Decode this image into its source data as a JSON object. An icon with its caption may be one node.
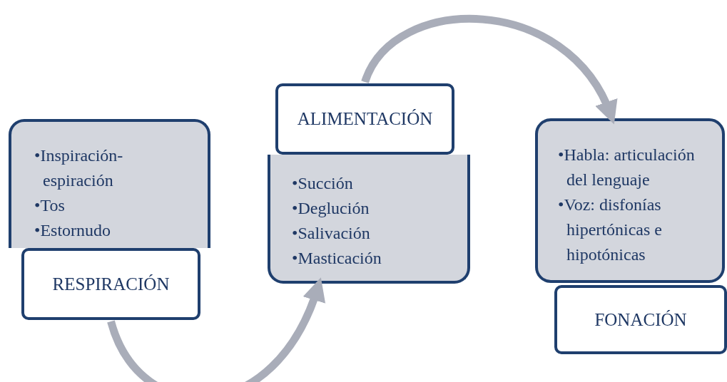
{
  "diagram": {
    "nodes": [
      {
        "text": [
          "•Inspiración-espiración",
          "•Tos",
          "•Estornudo"
        ]
      },
      {
        "text": [
          "RESPIRACIÓN"
        ]
      },
      {
        "text": [
          "ALIMENTACIÓN"
        ]
      },
      {
        "text": [
          "•Succión",
          "•Deglución",
          "•Salivación",
          "•Masticación"
        ]
      },
      {
        "text": [
          "•Habla: articulación del lenguaje",
          "•Voz: disfonías hipertónicas e hipotónicas"
        ]
      },
      {
        "text": [
          "FONACIÓN"
        ]
      }
    ],
    "edges": [
      {
        "from": 1,
        "to": 3,
        "arrow": "to"
      },
      {
        "from": 2,
        "to": 4,
        "arrow": "to"
      }
    ]
  }
}
